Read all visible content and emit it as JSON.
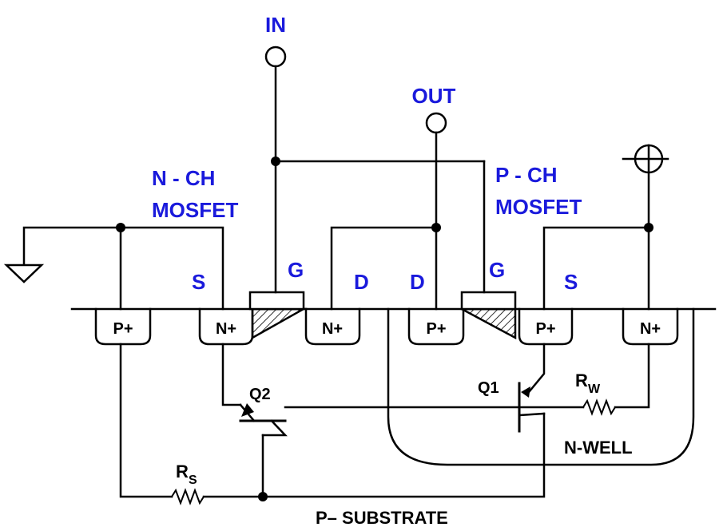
{
  "colors": {
    "label_blue": "#1a1adc",
    "wire": "#000000"
  },
  "terminals": {
    "in": "IN",
    "out": "OUT"
  },
  "devices": {
    "nmos": {
      "line1": "N - CH",
      "line2": "MOSFET",
      "source": "S",
      "gate": "G",
      "drain": "D"
    },
    "pmos": {
      "line1": "P - CH",
      "line2": "MOSFET",
      "drain": "D",
      "gate": "G",
      "source": "S"
    }
  },
  "diffusions": {
    "p_plus": "P+",
    "n_plus": "N+"
  },
  "parasitics": {
    "q1": "Q1",
    "q2": "Q2",
    "rw_main": "R",
    "rw_sub": "W",
    "rs_main": "R",
    "rs_sub": "S"
  },
  "regions": {
    "nwell": "N-WELL",
    "substrate": "P– SUBSTRATE"
  }
}
